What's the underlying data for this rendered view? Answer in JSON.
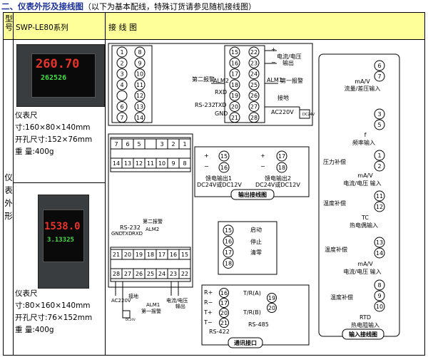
{
  "heading": {
    "title": "二、仪表外形及接线图",
    "note": "（以下为基本配线，特殊订货请参见随机接线图）"
  },
  "table": {
    "col_model": "型号",
    "col_series": "SWP-LE80系列",
    "col_wiring": "接 线 图",
    "row_label": "仪表外形",
    "spec_title": "仪表尺",
    "spec1": [
      "寸:160×80×140mm",
      "开孔尺寸:152×76mm",
      "重 量:400g"
    ],
    "spec2": [
      "寸:80×160×140mm",
      "开孔尺寸:76×152mm",
      "重 量:400g"
    ]
  },
  "device1": {
    "pv": "260.70",
    "sv": "262526"
  },
  "device2": {
    "pv": "1538.0",
    "sv": "3.13325"
  },
  "d1": {
    "col1": [
      "1",
      "2",
      "3",
      "4",
      "",
      "6",
      "7"
    ],
    "col2": [
      "8",
      "9",
      "10",
      "11",
      "12",
      "13",
      "14"
    ],
    "col3": [
      "15",
      "16",
      "17",
      "18",
      "19",
      "20",
      "21"
    ],
    "col4": [
      "22",
      "23",
      "24",
      "25",
      "26",
      "27",
      "28"
    ],
    "alarm2": "第二报警",
    "alarm1": "第一报警",
    "alm2": "ALM2",
    "alm1": "ALM1",
    "output": "电流/电压",
    "output2": "输出",
    "rs232": "RS-232",
    "rxd": "RXD",
    "txd": "TXD",
    "gnd": "GND",
    "ground": "接地",
    "ac": "AC220V",
    "dc": "DC24V"
  },
  "d2": {
    "top": [
      "7",
      "6",
      "5",
      "",
      "3",
      "2",
      "1"
    ],
    "row2": [
      "14",
      "13",
      "12",
      "11",
      "10",
      "9",
      "8"
    ],
    "row3": [
      "21",
      "20",
      "19",
      "18",
      "17",
      "16",
      "15"
    ],
    "row4": [
      "28",
      "27",
      "26",
      "25",
      "24",
      "23",
      "22"
    ],
    "rs232": "RS-232",
    "gnd": "GND",
    "txd": "TXD",
    "rxd": "RXD",
    "alm2": "ALM2",
    "alarm2": "第二报警",
    "alm1": "ALM1",
    "alarm1": "第一报警",
    "ac": "AC220V",
    "dc": "DC24V",
    "ground": "接地",
    "output": "电流/电压",
    "output2": "输出"
  },
  "feed": {
    "t1": "15",
    "t2": "16",
    "t3": "17",
    "t4": "18",
    "label1": "馈电输出1",
    "label2": "馈电输出2",
    "v1": "DC24V或DC12V",
    "v2": "DC24V或DC12V",
    "caption": "输出接线图"
  },
  "ctrl": {
    "t": [
      "15",
      "16",
      "17",
      "18"
    ],
    "start": "启动",
    "stop": "停止",
    "clear": "清零"
  },
  "comm": {
    "r": "R",
    "t": "T",
    "rs422_pins": [
      "16",
      "17",
      "20",
      "21"
    ],
    "rs422": "RS-422",
    "tr_a": "T/R(A)",
    "tr_b": "T/R(B)",
    "rs485_pins": [
      "19",
      "20"
    ],
    "rs485": "RS-485",
    "caption": "通讯接口"
  },
  "input": {
    "g1": {
      "pins": [
        "6",
        "7"
      ],
      "l1": "mA/V",
      "l2": "流量/差压输入"
    },
    "g2": {
      "pins": [
        "3",
        "5"
      ],
      "l1": "f",
      "l2": "频率输入"
    },
    "g3": {
      "pins": [
        "1",
        "2"
      ],
      "label": "压力补偿",
      "l1": "mA/V",
      "l2": "电流/电压 输入"
    },
    "g4": {
      "pins": [
        "11",
        "12"
      ],
      "label": "温度补偿",
      "l1": "TC",
      "l2": "热电偶输入"
    },
    "g5": {
      "pins": [
        "13",
        "14"
      ],
      "label": "温度补偿",
      "l1": "mA/V",
      "l2": "电流/电压 输入"
    },
    "g6": {
      "pins": [
        "8",
        "9",
        "10"
      ],
      "label": "温度补偿",
      "l1": "RTD",
      "l2": "热电阻输入"
    },
    "caption": "输入接线图"
  }
}
